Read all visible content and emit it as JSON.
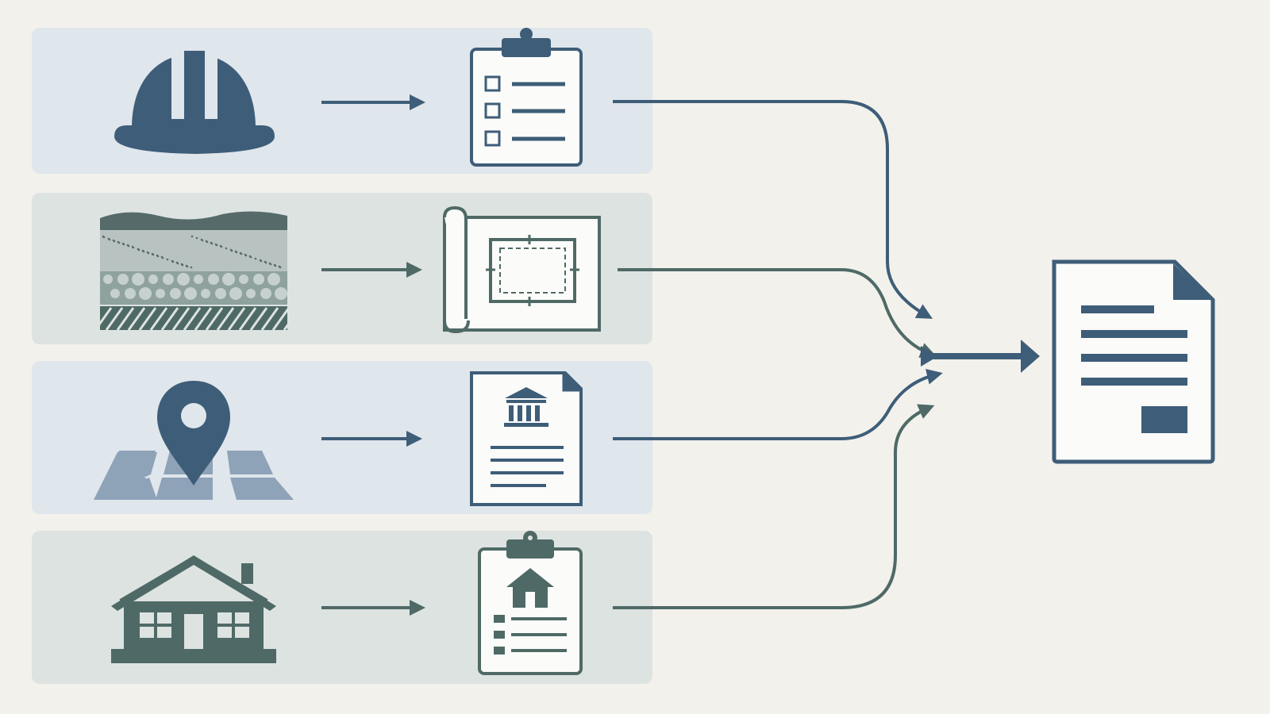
{
  "colors": {
    "background": "#f2f1ec",
    "panel_blue": "#dfe6ec",
    "panel_green": "#dde3e1",
    "icon_blue": "#3e5d78",
    "icon_green": "#4f6a66",
    "map_tile": "#8ea2b8",
    "soil_top": "#566a6a",
    "soil_mid": "#9aaaa8",
    "soil_bottom": "#8fa29e",
    "paper": "#fbfbf9"
  },
  "rows": [
    {
      "id": "site-safety",
      "source_icon": "hard-hat-icon",
      "document_icon": "checklist-clipboard-icon",
      "panel_color": "panel_blue",
      "icon_color": "icon_blue"
    },
    {
      "id": "soil-survey",
      "source_icon": "soil-layers-icon",
      "document_icon": "blueprint-icon",
      "panel_color": "panel_green",
      "icon_color": "icon_green"
    },
    {
      "id": "site-location",
      "source_icon": "map-pin-icon",
      "document_icon": "municipal-document-icon",
      "panel_color": "panel_blue",
      "icon_color": "icon_blue"
    },
    {
      "id": "building",
      "source_icon": "house-icon",
      "document_icon": "property-report-clipboard-icon",
      "panel_color": "panel_green",
      "icon_color": "icon_green"
    }
  ],
  "output": {
    "icon": "final-report-document-icon"
  }
}
